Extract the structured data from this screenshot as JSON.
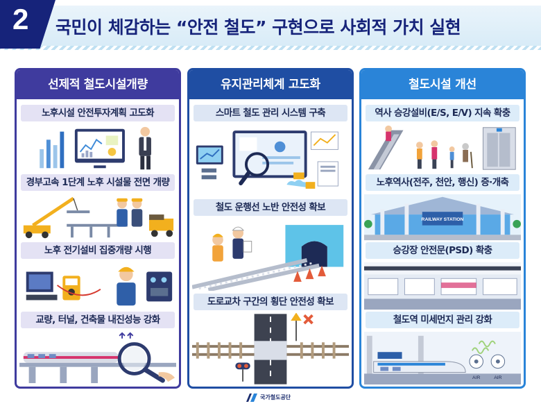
{
  "header": {
    "number": "2",
    "title": "국민이 체감하는 “안전 철도” 구현으로 사회적 가치 실현"
  },
  "columns": [
    {
      "title": "선제적 철도시설개량",
      "items": [
        "노후시설 안전투자계획 고도화",
        "경부고속 1단계 노후 시설물 전면 개량",
        "노후 전기설비 집중개량 시행",
        "교량, 터널, 건축물 내진성능 강화"
      ]
    },
    {
      "title": "유지관리체계 고도화",
      "items": [
        "스마트 철도 관리 시스템 구축",
        "철도 운행선 노반 안전성 확보",
        "도로교차 구간의 횡단 안전성 확보"
      ]
    },
    {
      "title": "철도시설 개선",
      "items": [
        "역사 승강설비(E/S, E/V) 지속 확충",
        "노후역사(전주, 천안, 행신) 증·개축",
        "승강장 안전문(PSD) 확충",
        "철도역 미세먼지 관리 강화"
      ]
    }
  ],
  "illustration_text": {
    "station_sign": "RAILWAY STATION",
    "air_label_1": "AIR",
    "air_label_2": "AIR"
  },
  "footer": {
    "logo_text": "국가철도공단"
  },
  "colors": {
    "navy": "#16237a",
    "purple": "#3f3b9e",
    "blue": "#1f4ea3",
    "sky": "#2a84d8"
  }
}
